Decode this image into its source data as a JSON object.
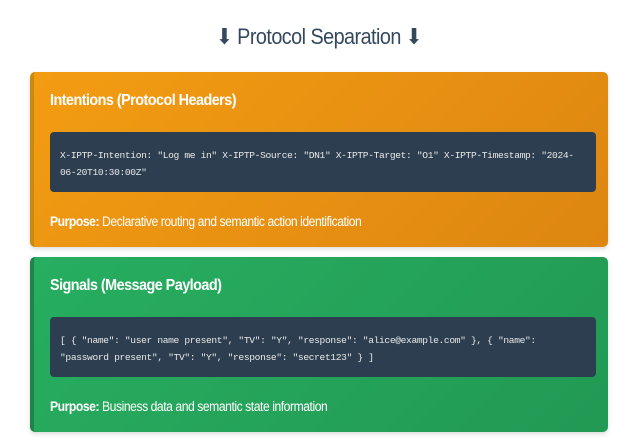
{
  "title": "⬇ Protocol Separation ⬇",
  "cards": [
    {
      "heading": "Intentions (Protocol Headers)",
      "code": "X-IPTP-Intention: \"Log me in\" X-IPTP-Source: \"DN1\" X-IPTP-Target: \"O1\" X-IPTP-Timestamp: \"2024-06-20T10:30:00Z\"",
      "purpose_label": "Purpose:",
      "purpose_text": " Declarative routing and semantic action identification",
      "color": "#f39c12"
    },
    {
      "heading": "Signals (Message Payload)",
      "code": "[ { \"name\": \"user name present\", \"TV\": \"Y\", \"response\": \"alice@example.com\" }, { \"name\": \"password present\", \"TV\": \"Y\", \"response\": \"secret123\" } ]",
      "purpose_label": "Purpose:",
      "purpose_text": " Business data and semantic state information",
      "color": "#27ae60"
    }
  ]
}
